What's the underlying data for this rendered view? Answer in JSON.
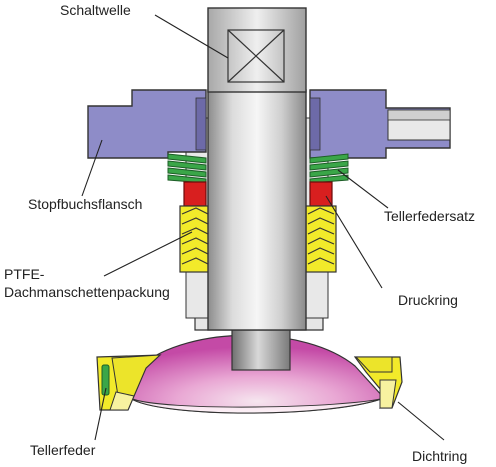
{
  "labels": {
    "schaltwelle": "Schaltwelle",
    "stopfbuchsflansch": "Stopfbuchsflansch",
    "tellerfedersatz": "Tellerfedersatz",
    "ptfe_line1": "PTFE-",
    "ptfe_line2": "Dachmanschettenpackung",
    "druckring": "Druckring",
    "tellerfeder": "Tellerfeder",
    "dichtring": "Dichtring"
  },
  "colors": {
    "flange": "#8e8cc8",
    "shaft_light": "#f4f4f4",
    "shaft_dark": "#8a8a8a",
    "spring": "#3aa648",
    "pressure_ring": "#d81f1f",
    "packing": "#f2ea2a",
    "dome": "#d66ab8",
    "seal": "#f2ea2a"
  }
}
